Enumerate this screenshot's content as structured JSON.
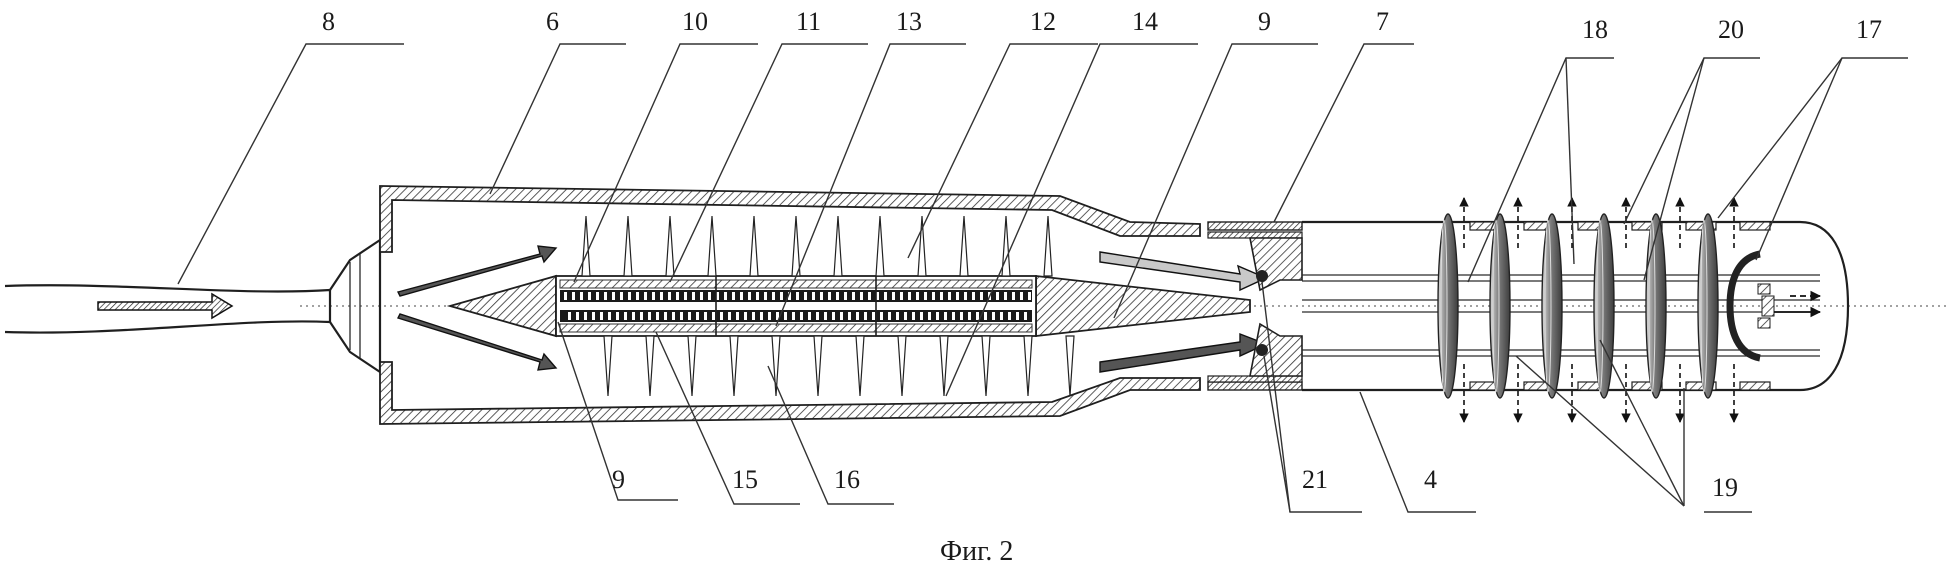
{
  "figure": {
    "caption": "Фиг. 2",
    "labels": {
      "l8": "8",
      "l6": "6",
      "l10": "10",
      "l11": "11",
      "l13": "13",
      "l12": "12",
      "l14": "14",
      "l9_top": "9",
      "l7": "7",
      "l18": "18",
      "l20": "20",
      "l17": "17",
      "l9_bottom": "9",
      "l15": "15",
      "l16": "16",
      "l21": "21",
      "l4": "4",
      "l19": "19"
    }
  }
}
